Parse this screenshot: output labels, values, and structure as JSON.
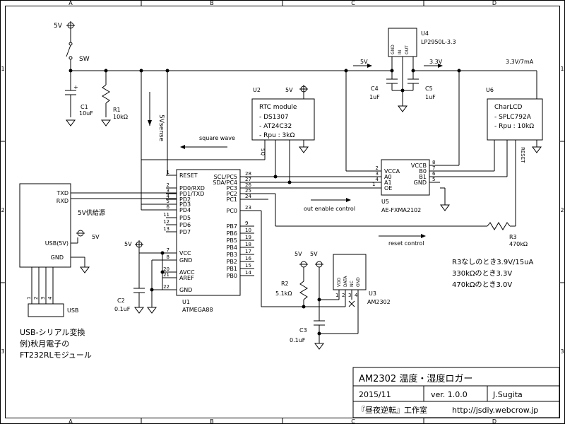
{
  "frame": {
    "cols": [
      "A",
      "B",
      "C",
      "D"
    ],
    "rows": [
      "1",
      "2",
      "3"
    ]
  },
  "power": {
    "v5": "5V",
    "v33": "3.3V",
    "v33_current": "3.3V/7mA",
    "sw": "SW",
    "v5_sense": "5Vsense",
    "usb_supply": "5V供給源"
  },
  "components": {
    "c1": {
      "ref": "C1",
      "value": "10uF",
      "polarity": "+"
    },
    "r1": {
      "ref": "R1",
      "value": "10kΩ"
    },
    "c2": {
      "ref": "C2",
      "value": "0.1uF"
    },
    "c3": {
      "ref": "C3",
      "value": "0.1uF"
    },
    "c4": {
      "ref": "C4",
      "value": "1uF"
    },
    "c5": {
      "ref": "C5",
      "value": "1uF"
    },
    "r2": {
      "ref": "R2",
      "value": "5.1kΩ"
    },
    "r3": {
      "ref": "R3",
      "value": "470kΩ"
    }
  },
  "u1": {
    "ref": "U1",
    "part": "ATMEGA88",
    "left_pins": [
      {
        "num": "1",
        "name": "RESET"
      },
      {
        "num": "2",
        "name": "PD0/RXD"
      },
      {
        "num": "3",
        "name": "PD1/TXD"
      },
      {
        "num": "4",
        "name": "PD2"
      },
      {
        "num": "5",
        "name": "PD3"
      },
      {
        "num": "6",
        "name": "PD4"
      },
      {
        "num": "11",
        "name": "PD5"
      },
      {
        "num": "12",
        "name": "PD6"
      },
      {
        "num": "13",
        "name": "PD7"
      },
      {
        "num": "7",
        "name": "VCC"
      },
      {
        "num": "8",
        "name": "GND"
      },
      {
        "num": "20",
        "name": "AVCC"
      },
      {
        "num": "21",
        "name": "AREF"
      },
      {
        "num": "22",
        "name": "GND"
      }
    ],
    "right_pins": [
      {
        "num": "28",
        "name": "SCL/PC5"
      },
      {
        "num": "27",
        "name": "SDA/PC4"
      },
      {
        "num": "26",
        "name": "PC3"
      },
      {
        "num": "25",
        "name": "PC2"
      },
      {
        "num": "24",
        "name": "PC1"
      },
      {
        "num": "23",
        "name": "PC0"
      },
      {
        "num": "9",
        "name": "PB7"
      },
      {
        "num": "10",
        "name": "PB6"
      },
      {
        "num": "19",
        "name": "PB5"
      },
      {
        "num": "18",
        "name": "PB4"
      },
      {
        "num": "17",
        "name": "PB3"
      },
      {
        "num": "16",
        "name": "PB2"
      },
      {
        "num": "15",
        "name": "PB1"
      },
      {
        "num": "14",
        "name": "PB0"
      }
    ]
  },
  "u2": {
    "ref": "U2",
    "title": "RTC module",
    "lines": [
      "- DS1307",
      "- AT24C32",
      "- Rpu : 3kΩ"
    ],
    "sqw": "SQ"
  },
  "u3": {
    "ref": "U3",
    "part": "AM2302",
    "pins": [
      "VDD",
      "DATA",
      "NC",
      "GND"
    ],
    "pin_nums": [
      "1",
      "2",
      "3",
      "4"
    ]
  },
  "u4": {
    "ref": "U4",
    "part": "LP2950L-3.3",
    "pins": [
      "GND",
      "IN",
      "OUT"
    ]
  },
  "u5": {
    "ref": "U5",
    "part": "AE-FXMA2102",
    "left_pins": [
      {
        "num": "2",
        "name": "VCCA"
      },
      {
        "num": "3",
        "name": "A0"
      },
      {
        "num": "4",
        "name": "A1"
      },
      {
        "num": "",
        "name": "OE"
      }
    ],
    "right_pins": [
      {
        "num": "8",
        "name": "VCCB"
      },
      {
        "num": "7",
        "name": "B0"
      },
      {
        "num": "6",
        "name": "B1"
      },
      {
        "num": "5",
        "name": "GND"
      }
    ],
    "oe_num": "1"
  },
  "u6": {
    "ref": "U6",
    "title": "CharLCD",
    "lines": [
      "- SPLC792A",
      "- Rpu : 10kΩ"
    ],
    "reset": "RESET"
  },
  "usb_module": {
    "pins": [
      "TXD",
      "RXD",
      "USB(5V)",
      "GND"
    ],
    "pin_nums": [
      "1",
      "2",
      "3",
      "4"
    ],
    "connector": "USB",
    "desc": [
      "USB-シリアル変換",
      "例)秋月電子の",
      "FT232RLモジュール"
    ]
  },
  "signals": {
    "square_wave": "square wave",
    "out_enable": "out enable control",
    "reset_control": "reset control"
  },
  "notes": [
    "R3なしのとき3.9V/15uA",
    "330kΩのとき3.3V",
    "470kΩのとき3.0V"
  ],
  "title_block": {
    "title": "AM2302 温度・湿度ロガー",
    "date": "2015/11",
    "version": "ver. 1.0.0",
    "author": "J.Sugita",
    "org": "『昼夜逆転』工作室",
    "url": "http://jsdiy.webcrow.jp"
  }
}
